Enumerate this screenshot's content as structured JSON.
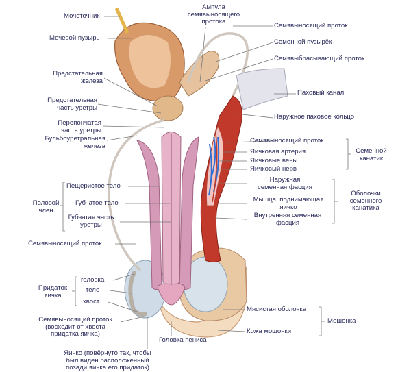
{
  "colors": {
    "label_text": "#2a2a5a",
    "leader_line": "#777777",
    "bladder": "#d99a6a",
    "prostate": "#e0b88a",
    "penis_pink": "#e0a7c0",
    "cord_red": "#c0392b",
    "vein_blue": "#2f6fd6",
    "testis": "#cfdbe6",
    "skin": "#f4dcc0"
  },
  "labels": {
    "urethra_top": "Мочеточник",
    "bladder": "Мочевой пузырь",
    "ampulla": [
      "Ампула",
      "семявыносящего",
      "протока"
    ],
    "vas_deferens_top": "Семявыносящий проток",
    "seminal_vesicle": "Семенной пузырёк",
    "ejaculatory_duct": "Семявыбрасывающий проток",
    "prostate": [
      "Предстательная",
      "железа"
    ],
    "prostatic_urethra": [
      "Предстательная",
      "часть уретры"
    ],
    "membranous_urethra": [
      "Перепончатая",
      "часть уретры"
    ],
    "bulbourethral": [
      "Бульбоуретральная",
      "железа"
    ],
    "inguinal_canal": "Паховый канал",
    "external_ring": "Наружное паховое кольцо",
    "cord_vas": "Семявыносящий проток",
    "testicular_artery": "Яичковая артерия",
    "testicular_veins": "Яичковые вены",
    "testicular_nerve": "Яичковый нерв",
    "spermatic_cord": [
      "Семенной",
      "канатик"
    ],
    "external_fascia": [
      "Наружная",
      "семенная фасция"
    ],
    "cremaster": [
      "Мышца, поднимающая",
      "яичко"
    ],
    "internal_fascia": [
      "Внутренняя семенная",
      "фасция"
    ],
    "cord_coverings": [
      "Оболочки",
      "семенного",
      "канатика"
    ],
    "cavernous_body": "Пещеристое тело",
    "spongy_body": "Губчатое тело",
    "spongy_urethra": [
      "Губчатая часть",
      "уретры"
    ],
    "penis": [
      "Половой",
      "член"
    ],
    "vas_deferens_left": "Семявыносящий проток",
    "epi_head": "головка",
    "epi_body": "тело",
    "epi_tail": "хвост",
    "epididymis": [
      "Придаток",
      "яичка"
    ],
    "vas_from_tail": [
      "Семявыносящий проток",
      "(восходит от хвоста",
      "придатка яичка)"
    ],
    "glans": "Головка пениса",
    "testis": [
      "Яичко (повёрнуто так, чтобы",
      "был виден расположенный",
      "позади яичка его придаток)"
    ],
    "dartos": "Мясистая оболочка",
    "scrotal_skin": "Кожа мошонки",
    "scrotum": "Мошонка"
  }
}
